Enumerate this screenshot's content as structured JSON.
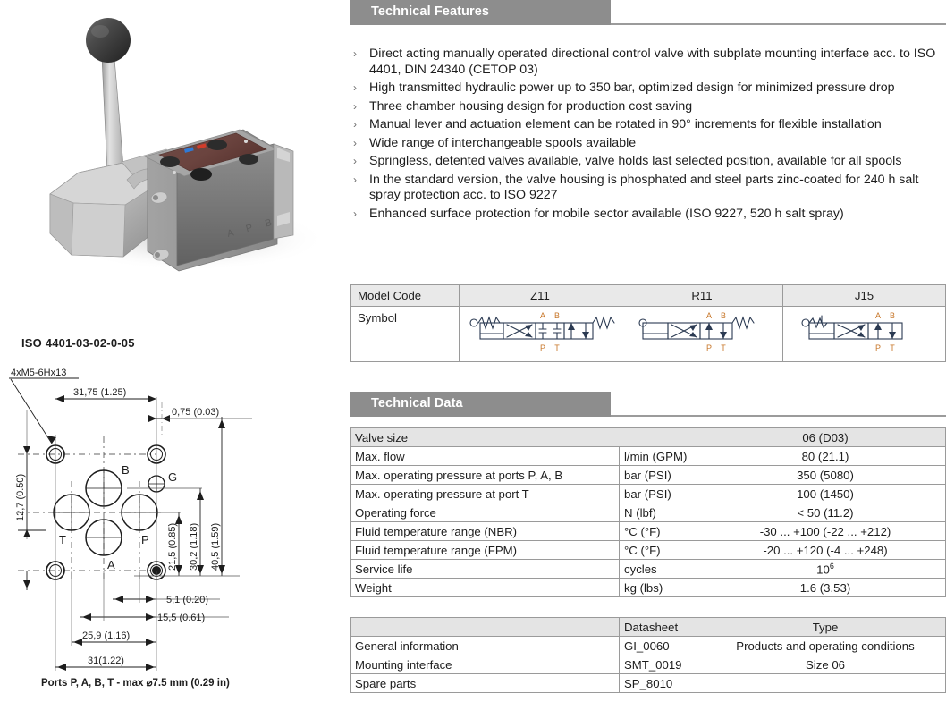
{
  "product": {
    "image_alt": "hydraulic-directional-control-valve-with-manual-lever",
    "body_marking": "A P B"
  },
  "drawing": {
    "title": "ISO 4401-03-02-0-05",
    "thread_note": "4xM5-6Hx13",
    "ports_note": "Ports P, A, B, T - max ⌀7.5 mm (0.29 in)",
    "port_labels": [
      "B",
      "G",
      "T",
      "P",
      "A"
    ],
    "dimensions": {
      "top_horizontal": "31,75 (1.25)",
      "top_right_small": "0,75 (0.03)",
      "left_vertical": "12,7 (0.50)",
      "right_v1": "21,5 (0.85)",
      "right_v2": "30,2 (1.18)",
      "right_v3": "40,5 (1.59)",
      "bottom_h1": "5,1 (0.20)",
      "bottom_h2": "15,5 (0.61)",
      "bottom_h3": "25,9 (1.16)",
      "bottom_h4": "31(1.22)"
    }
  },
  "features": {
    "heading": "Technical Features",
    "bullet_glyph": "›",
    "items": [
      "Direct acting manually operated directional control valve with subplate mounting interface acc. to ISO 4401, DIN 24340 (CETOP 03)",
      "High transmitted hydraulic power up to 350 bar, optimized design for minimized pressure drop",
      "Three chamber housing design for production cost saving",
      "Manual lever and actuation element can be rotated in 90° increments for flexible installation",
      "Wide range of interchangeable spools available",
      "Springless, detented valves available, valve holds last selected position, available for all spools",
      "In the standard version, the valve housing is phosphated and steel parts zinc-coated for 240 h salt spray protection acc. to ISO 9227",
      "Enhanced surface protection for mobile sector available (ISO 9227, 520 h salt spray)"
    ]
  },
  "model_table": {
    "row_labels": [
      "Model Code",
      "Symbol"
    ],
    "codes": [
      "Z11",
      "R11",
      "J15"
    ],
    "symbol_ports": [
      "A",
      "B",
      "P",
      "T"
    ]
  },
  "tech_data": {
    "heading": "Technical Data",
    "rows": [
      {
        "name": "Valve size",
        "unit": "",
        "value": "06 (D03)",
        "shaded": true
      },
      {
        "name": "Max. flow",
        "unit": "l/min (GPM)",
        "value": "80 (21.1)",
        "shaded": false
      },
      {
        "name": "Max. operating pressure at ports P, A, B",
        "unit": "bar (PSI)",
        "value": "350 (5080)",
        "shaded": false
      },
      {
        "name": "Max. operating pressure at port T",
        "unit": "bar (PSI)",
        "value": "100 (1450)",
        "shaded": false
      },
      {
        "name": "Operating force",
        "unit": "N (lbf)",
        "value": "< 50 (11.2)",
        "shaded": false
      },
      {
        "name": "Fluid temperature range (NBR)",
        "unit": "°C (°F)",
        "value": "-30 ... +100 (-22 ... +212)",
        "shaded": false
      },
      {
        "name": "Fluid temperature range (FPM)",
        "unit": "°C (°F)",
        "value": "-20 ... +120 (-4 ... +248)",
        "shaded": false
      },
      {
        "name": "Service life",
        "unit": "cycles",
        "value": "10",
        "value_sup": "6",
        "shaded": false
      },
      {
        "name": "Weight",
        "unit": "kg (lbs)",
        "value": "1.6 (3.53)",
        "shaded": false
      }
    ]
  },
  "datasheet_table": {
    "headers": {
      "name": "",
      "sheet": "Datasheet",
      "type": "Type"
    },
    "rows": [
      {
        "name": "General information",
        "sheet": "GI_0060",
        "type": "Products and operating conditions"
      },
      {
        "name": "Mounting interface",
        "sheet": "SMT_0019",
        "type": "Size 06"
      },
      {
        "name": "Spare parts",
        "sheet": "SP_8010",
        "type": ""
      }
    ]
  },
  "colors": {
    "header_bar": "#8d8d8d",
    "table_header_bg": "#e4e4e4",
    "border": "#9a9a9a",
    "symbol_line": "#2b3a52",
    "symbol_port_text": "#c8772a",
    "dimension_text": "#1d1d1d"
  }
}
